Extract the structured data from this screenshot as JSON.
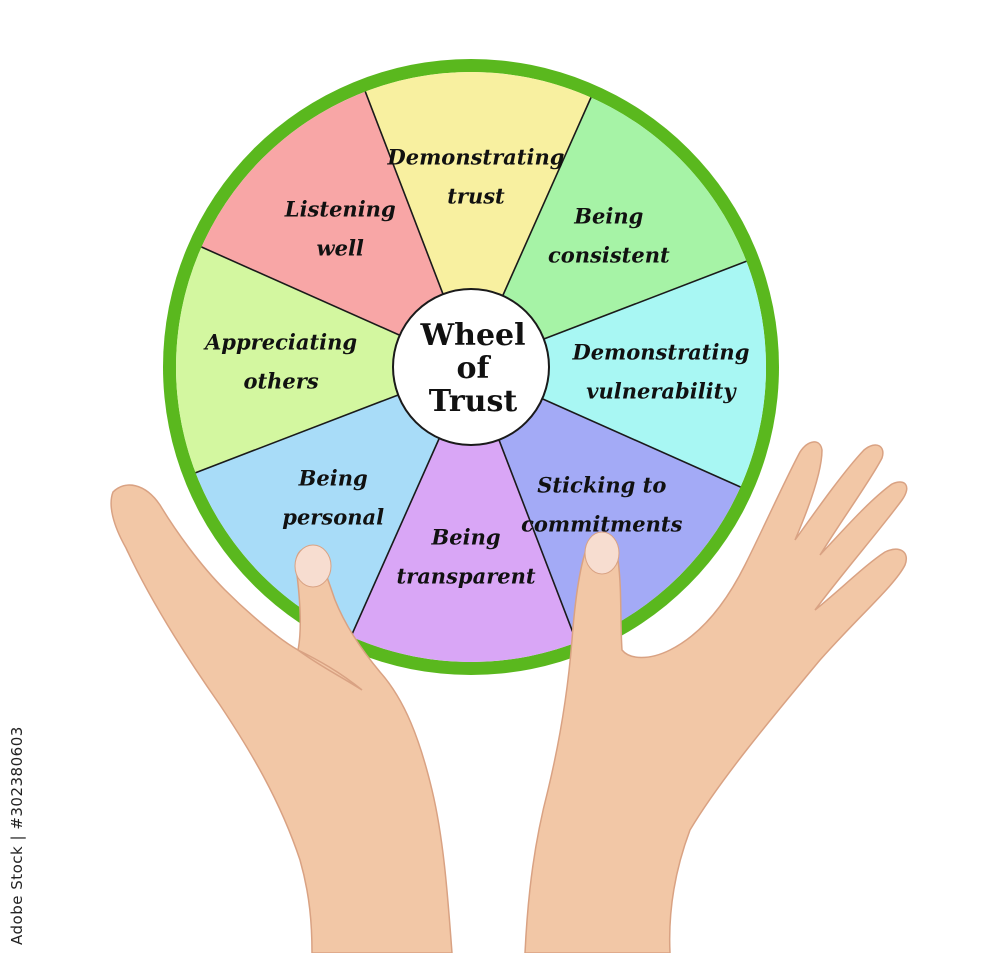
{
  "diagram": {
    "center": {
      "lines": [
        "Wheel",
        "of",
        "Trust"
      ]
    },
    "ring_color": "#5ab81e",
    "divider_color": "#1a1a1a",
    "segments": [
      {
        "lines": [
          "Demonstrating",
          "trust"
        ],
        "color": "#f8f0a0"
      },
      {
        "lines": [
          "Being",
          "consistent"
        ],
        "color": "#a6f3a6"
      },
      {
        "lines": [
          "Demonstrating",
          "vulnerability"
        ],
        "color": "#a8f7f3"
      },
      {
        "lines": [
          "Sticking to",
          "commitments"
        ],
        "color": "#a3aaf6"
      },
      {
        "lines": [
          "Being",
          "transparent"
        ],
        "color": "#d9a6f6"
      },
      {
        "lines": [
          "Being",
          "personal"
        ],
        "color": "#a8dcf8"
      },
      {
        "lines": [
          "Appreciating",
          "others"
        ],
        "color": "#d3f7a0"
      },
      {
        "lines": [
          "Listening",
          "well"
        ],
        "color": "#f8a6a6"
      }
    ]
  },
  "photo": {
    "skin_color": "#f2c7a6",
    "skin_shadow": "#d9a283"
  },
  "watermark": {
    "text": "Adobe Stock | #302380603"
  }
}
